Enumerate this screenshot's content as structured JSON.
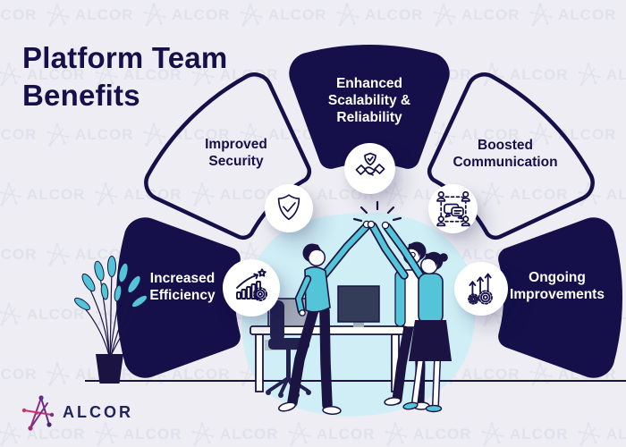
{
  "title": {
    "lines": [
      "Platform Team",
      "Benefits"
    ]
  },
  "benefits": [
    {
      "name": "Increased Efficiency",
      "lines": [
        "Increased",
        "Efficiency"
      ],
      "style": "filled",
      "icon": "growth-chart-gear-icon"
    },
    {
      "name": "Improved Security",
      "lines": [
        "Improved",
        "Security"
      ],
      "style": "outlined",
      "icon": "shield-check-icon"
    },
    {
      "name": "Enhanced Scalability & Reliability",
      "lines": [
        "Enhanced",
        "Scalability &",
        "Reliability"
      ],
      "style": "filled",
      "icon": "shield-handshake-icon"
    },
    {
      "name": "Boosted Communication",
      "lines": [
        "Boosted",
        "Communication"
      ],
      "style": "outlined",
      "icon": "team-communication-icon"
    },
    {
      "name": "Ongoing Improvements",
      "lines": [
        "Ongoing",
        "Improvements"
      ],
      "style": "filled",
      "icon": "arrows-gears-icon"
    }
  ],
  "footer_logo": {
    "text": "ALCOR"
  },
  "watermark": {
    "text": "ALCOR"
  },
  "colors": {
    "navy": "#15104a",
    "background": "#ededf3",
    "watermark": "#e1e1eb",
    "teal": "#54c5d8",
    "blob_cyan": "#cfeef5",
    "logo_magenta": "#c13572",
    "logo_purple": "#5f2d8c"
  }
}
